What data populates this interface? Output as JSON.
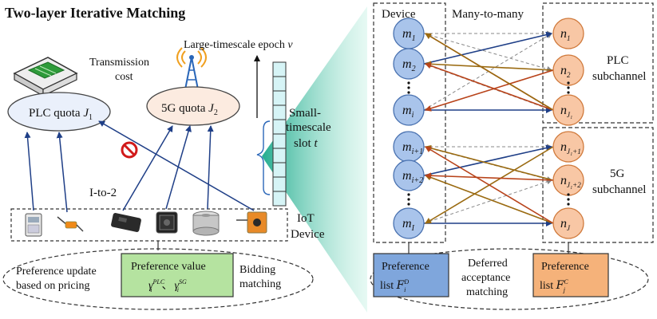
{
  "title": "Two-layer Iterative Matching",
  "left": {
    "transmission_cost": [
      "Transmission",
      "cost"
    ],
    "plc_quota": "PLC quota",
    "plc_symbol": "J",
    "plc_sub": "1",
    "g5_quota": "5G quota",
    "g5_symbol": "J",
    "g5_sub": "2",
    "epoch_label": "Large-timescale epoch",
    "epoch_symbol": "ν",
    "slot_label": [
      "Small-",
      "timescale",
      "slot"
    ],
    "slot_symbol": "t",
    "i_to_2": "I-to-2",
    "iot_device": [
      "IoT",
      "Device"
    ],
    "pref_update": [
      "Preference update",
      "based on pricing"
    ],
    "pref_value_label": "Preference value",
    "pref_value_symbols": [
      "γ",
      "PLC",
      "SG",
      "、"
    ],
    "bidding": [
      "Bidding",
      "matching"
    ],
    "device_icons": [
      "meter-device",
      "sensor-device",
      "gateway-device",
      "board-device",
      "cylinder-device",
      "box-sensor-device"
    ]
  },
  "right": {
    "device_header": "Device",
    "many_to_many": "Many-to-many",
    "devices": [
      {
        "base": "m",
        "sub": "1"
      },
      {
        "base": "m",
        "sub": "2"
      },
      {
        "base": "m",
        "sub": "i"
      },
      {
        "base": "m",
        "sub": "i+1"
      },
      {
        "base": "m",
        "sub": "i+2"
      },
      {
        "base": "m",
        "sub": "I"
      }
    ],
    "subchannels": [
      {
        "base": "n",
        "sub": "1"
      },
      {
        "base": "n",
        "sub": "2"
      },
      {
        "base": "n",
        "sub": "J₁"
      },
      {
        "base": "n",
        "sub": "J₁+1"
      },
      {
        "base": "n",
        "sub": "J₁+2"
      },
      {
        "base": "n",
        "sub": "J"
      }
    ],
    "plc_subchannel": [
      "PLC",
      "subchannel"
    ],
    "g5_subchannel": [
      "5G",
      "subchannel"
    ],
    "pref_list_device": [
      "Preference",
      "list"
    ],
    "pref_list_device_symbol": "F",
    "pref_list_device_sup": "D",
    "pref_list_device_sub": "i",
    "deferred": [
      "Deferred",
      "acceptance",
      "matching"
    ],
    "pref_list_channel": [
      "Preference",
      "list"
    ],
    "pref_list_channel_symbol": "F",
    "pref_list_channel_sup": "C",
    "pref_list_channel_sub": "j"
  },
  "colors": {
    "device_fill": "#a9c4eb",
    "device_stroke": "#4a72b0",
    "channel_fill": "#f8c7a5",
    "channel_stroke": "#d07a3c",
    "arrow_blue": "#1f3f87",
    "arrow_brown": "#9a6a10",
    "arrow_orange": "#b8431a",
    "dashed_grey": "#888888",
    "teal": "#2ab596",
    "pref_value_fill": "#b5e3a0",
    "pref_dev_fill": "#7fa6dc",
    "pref_ch_fill": "#f5b27a",
    "slot_fill": "#d6f4f6",
    "forbidden": "#d11a1a"
  }
}
